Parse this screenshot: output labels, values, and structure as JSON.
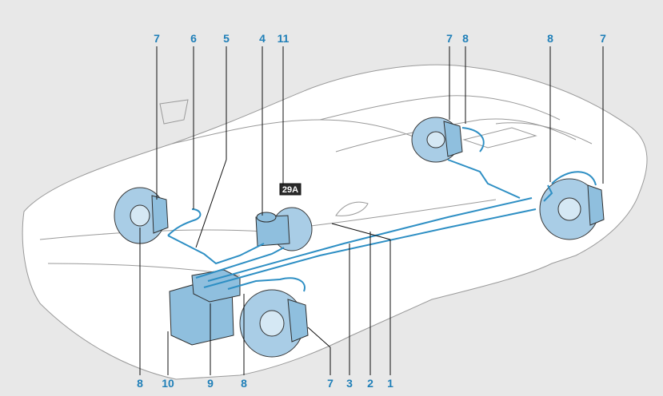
{
  "callouts": {
    "top": [
      "7",
      "6",
      "5",
      "4",
      "11",
      "7",
      "8",
      "8",
      "7"
    ],
    "bottom": [
      "8",
      "10",
      "9",
      "8",
      "7",
      "3",
      "2",
      "1"
    ]
  },
  "label_plate": "29A",
  "colors": {
    "background": "#e8e8e8",
    "callout_text": "#1f7fb8",
    "brake_line": "#2e8fc4",
    "brake_disc": "#a9cde6"
  }
}
